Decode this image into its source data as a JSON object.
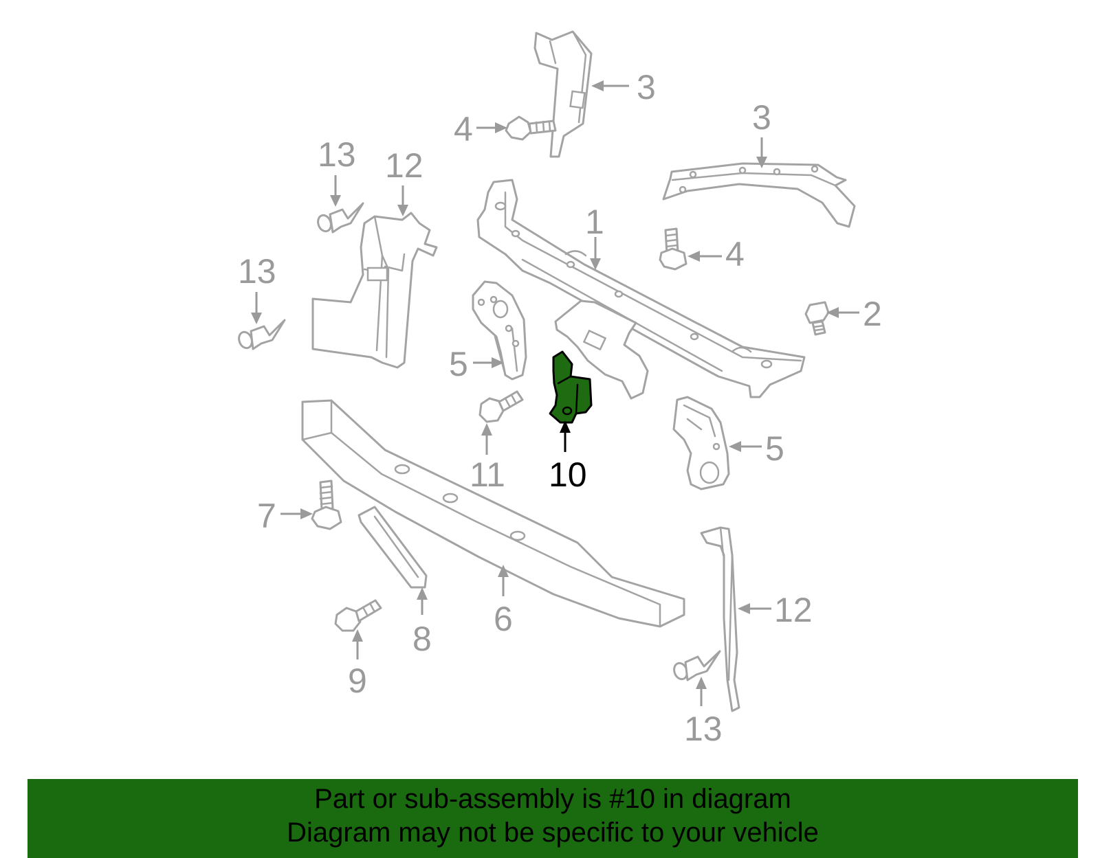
{
  "callouts": [
    {
      "id": "1",
      "label": "1"
    },
    {
      "id": "2",
      "label": "2"
    },
    {
      "id": "3a",
      "label": "3"
    },
    {
      "id": "3b",
      "label": "3"
    },
    {
      "id": "4a",
      "label": "4"
    },
    {
      "id": "4b",
      "label": "4"
    },
    {
      "id": "5a",
      "label": "5"
    },
    {
      "id": "5b",
      "label": "5"
    },
    {
      "id": "6",
      "label": "6"
    },
    {
      "id": "7",
      "label": "7"
    },
    {
      "id": "8",
      "label": "8"
    },
    {
      "id": "9",
      "label": "9"
    },
    {
      "id": "10",
      "label": "10"
    },
    {
      "id": "11",
      "label": "11"
    },
    {
      "id": "12a",
      "label": "12"
    },
    {
      "id": "12b",
      "label": "12"
    },
    {
      "id": "13a",
      "label": "13"
    },
    {
      "id": "13b",
      "label": "13"
    },
    {
      "id": "13c",
      "label": "13"
    }
  ],
  "highlighted_part": "10",
  "colors": {
    "highlight_fill": "#1e6b12",
    "part_outline": "#a3a3a3",
    "footer_bg": "#1a6b0f"
  },
  "footer": {
    "line1": "Part or sub-assembly is #10 in diagram",
    "line2": "Diagram may not be specific to your vehicle"
  }
}
